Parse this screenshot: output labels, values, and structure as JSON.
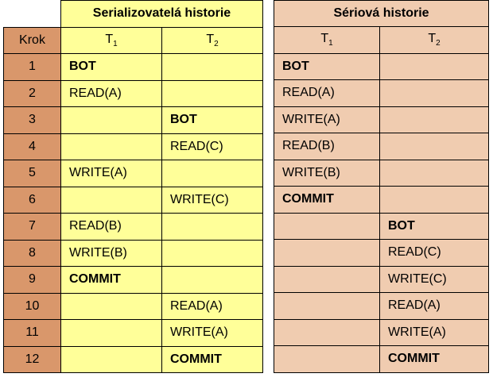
{
  "step_header": "Krok",
  "serializable": {
    "title": "Serializovatelá historie",
    "col1": "T",
    "col1_sub": "1",
    "col2": "T",
    "col2_sub": "2"
  },
  "serial": {
    "title": "Sériová historie",
    "col1": "T",
    "col1_sub": "1",
    "col2": "T",
    "col2_sub": "2"
  },
  "rows": [
    {
      "step": "1",
      "s1": "BOT",
      "s2": "",
      "r1": "BOT",
      "r2": ""
    },
    {
      "step": "2",
      "s1": "READ(A)",
      "s2": "",
      "r1": "READ(A)",
      "r2": ""
    },
    {
      "step": "3",
      "s1": "",
      "s2": "BOT",
      "r1": "WRITE(A)",
      "r2": ""
    },
    {
      "step": "4",
      "s1": "",
      "s2": "READ(C)",
      "r1": "READ(B)",
      "r2": ""
    },
    {
      "step": "5",
      "s1": "WRITE(A)",
      "s2": "",
      "r1": "WRITE(B)",
      "r2": ""
    },
    {
      "step": "6",
      "s1": "",
      "s2": "WRITE(C)",
      "r1": "COMMIT",
      "r2": ""
    },
    {
      "step": "7",
      "s1": "READ(B)",
      "s2": "",
      "r1": "",
      "r2": "BOT"
    },
    {
      "step": "8",
      "s1": "WRITE(B)",
      "s2": "",
      "r1": "",
      "r2": "READ(C)"
    },
    {
      "step": "9",
      "s1": "COMMIT",
      "s2": "",
      "r1": "",
      "r2": "WRITE(C)"
    },
    {
      "step": "10",
      "s1": "",
      "s2": "READ(A)",
      "r1": "",
      "r2": "READ(A)"
    },
    {
      "step": "11",
      "s1": "",
      "s2": "WRITE(A)",
      "r1": "",
      "r2": "WRITE(A)"
    },
    {
      "step": "12",
      "s1": "",
      "s2": "COMMIT",
      "r1": "",
      "r2": "COMMIT"
    }
  ],
  "colors": {
    "step": "#D9976B",
    "serializable_bg": "#FFFF99",
    "serial_bg": "#F0CCB0"
  }
}
